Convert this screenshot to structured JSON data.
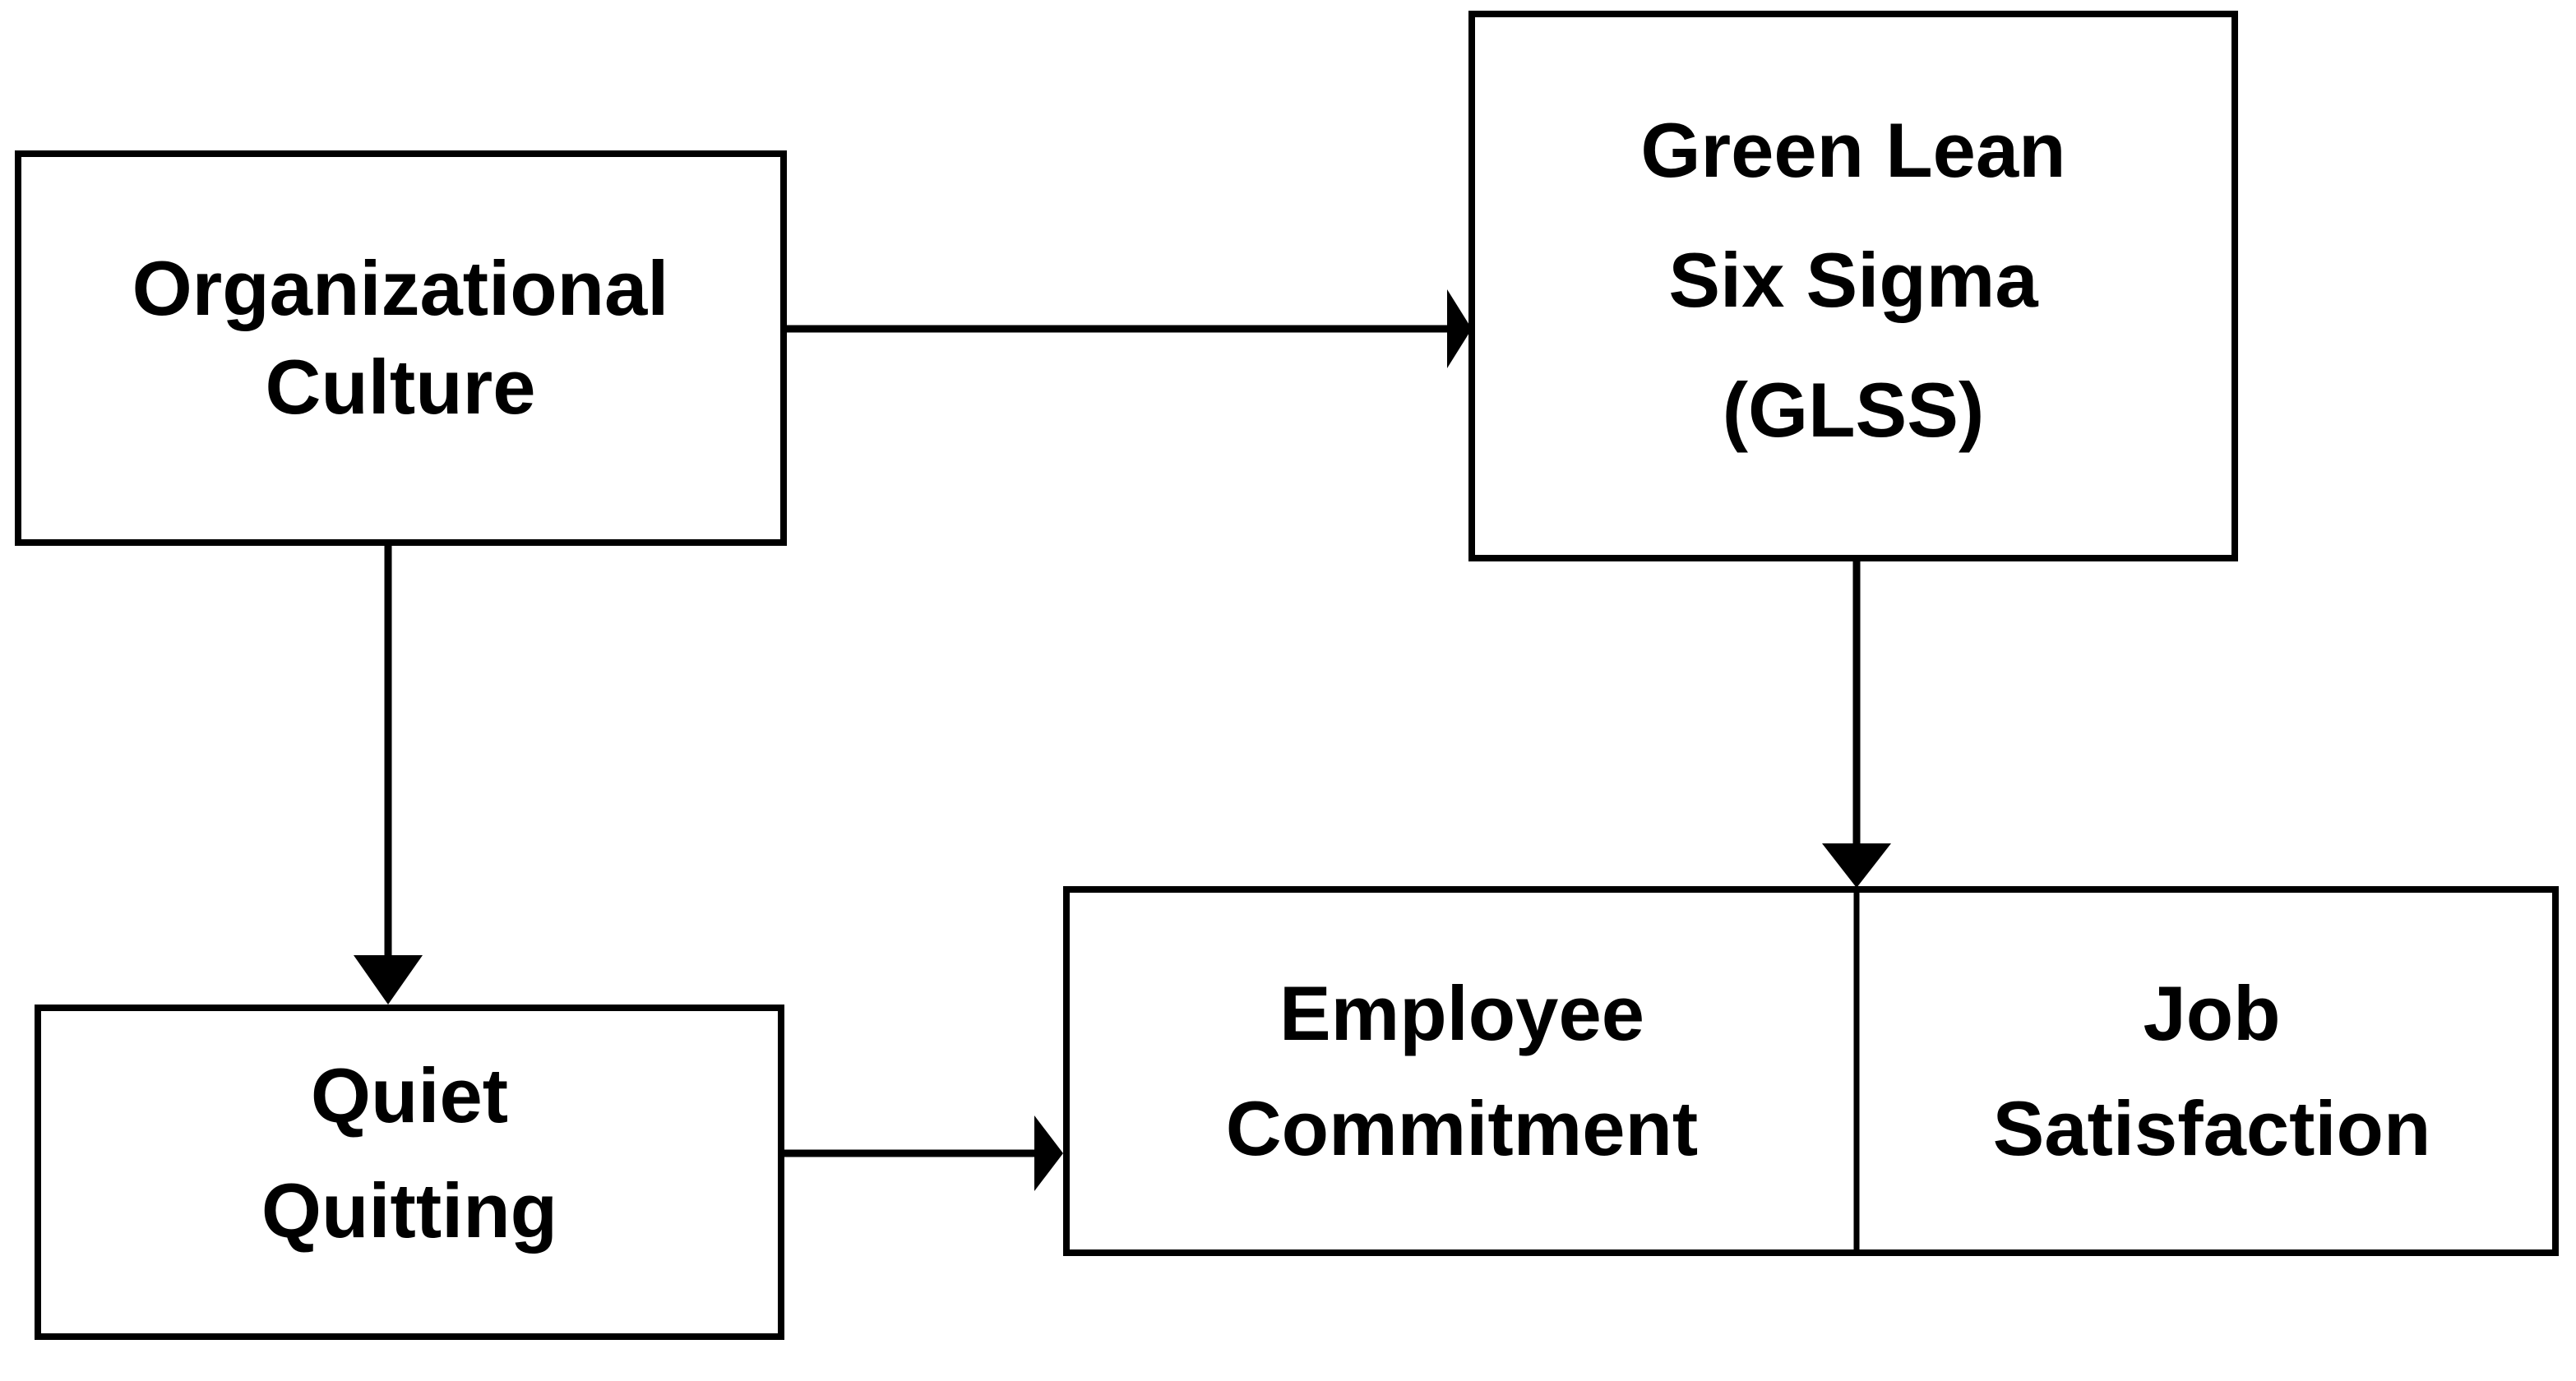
{
  "diagram": {
    "type": "flowchart",
    "title": "",
    "background_color": "#ffffff",
    "line_color": "#000000",
    "text_color": "#000000",
    "nodes": [
      {
        "id": "organizational-culture",
        "label_lines": [
          "Organizational",
          "Culture"
        ],
        "line1": "Organizational",
        "line2": "Culture",
        "shape": "rectangle"
      },
      {
        "id": "green-lean-six-sigma",
        "label_lines": [
          "Green Lean",
          "Six Sigma",
          "(GLSS)"
        ],
        "line1": "Green Lean",
        "line2": "Six Sigma",
        "line3": "(GLSS)",
        "shape": "rectangle"
      },
      {
        "id": "quiet-quitting",
        "label_lines": [
          "Quiet",
          "Quitting"
        ],
        "line1": "Quiet",
        "line2": "Quitting",
        "shape": "rectangle"
      },
      {
        "id": "employee-commitment",
        "label_lines": [
          "Employee",
          "Commitment"
        ],
        "line1": "Employee",
        "line2": "Commitment",
        "shape": "rectangle-cell"
      },
      {
        "id": "job-satisfaction",
        "label_lines": [
          "Job",
          "Satisfaction"
        ],
        "line1": "Job",
        "line2": "Satisfaction",
        "shape": "rectangle-cell"
      }
    ],
    "edges": [
      {
        "id": "edge-culture-to-glss",
        "from": "organizational-culture",
        "to": "green-lean-six-sigma",
        "direction": "right",
        "label": ""
      },
      {
        "id": "edge-culture-to-quiet-quitting",
        "from": "organizational-culture",
        "to": "quiet-quitting",
        "direction": "down",
        "label": ""
      },
      {
        "id": "edge-glss-to-outcomes",
        "from": "green-lean-six-sigma",
        "to": "employee-commitment",
        "direction": "down",
        "label": ""
      },
      {
        "id": "edge-quiet-quitting-to-outcomes",
        "from": "quiet-quitting",
        "to": "employee-commitment",
        "direction": "right",
        "label": ""
      }
    ]
  }
}
